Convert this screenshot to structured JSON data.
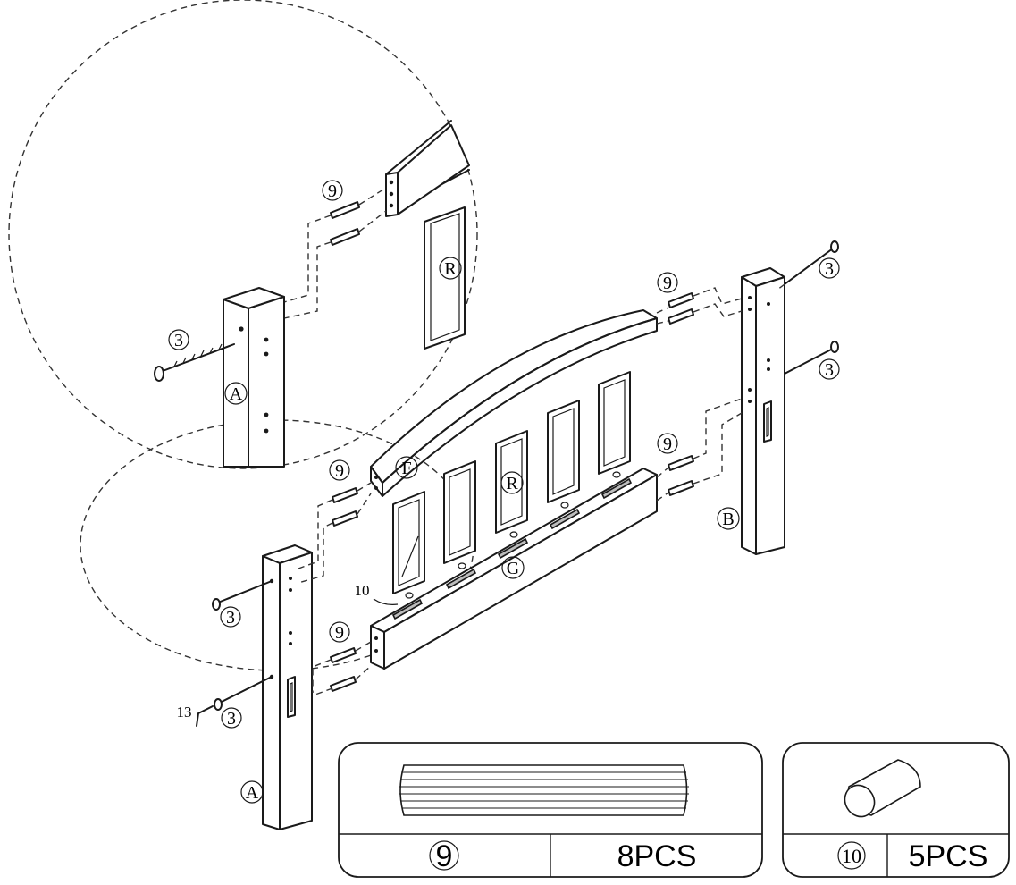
{
  "parts": {
    "post_a_top": "A",
    "post_a_bottom": "A",
    "post_b": "B",
    "top_rail": "F",
    "bottom_rail": "G",
    "slat_detail": "R",
    "slat_main": "R"
  },
  "callouts": {
    "dowel_9_detail": "9",
    "bolt_3_detail": "3",
    "dowel_9_top_left": "9",
    "dowel_9_top_right": "9",
    "dowel_9_mid_right": "9",
    "dowel_9_bottom_left": "9",
    "bolt_3_right_top": "3",
    "bolt_3_right_mid": "3",
    "bolt_3_left_top": "3",
    "bolt_3_left_bottom": "3",
    "dowel_10": "10",
    "wrench_13": "13"
  },
  "parts_list": [
    {
      "number": "9",
      "quantity": "8PCS"
    },
    {
      "number": "10",
      "quantity": "5PCS"
    }
  ]
}
